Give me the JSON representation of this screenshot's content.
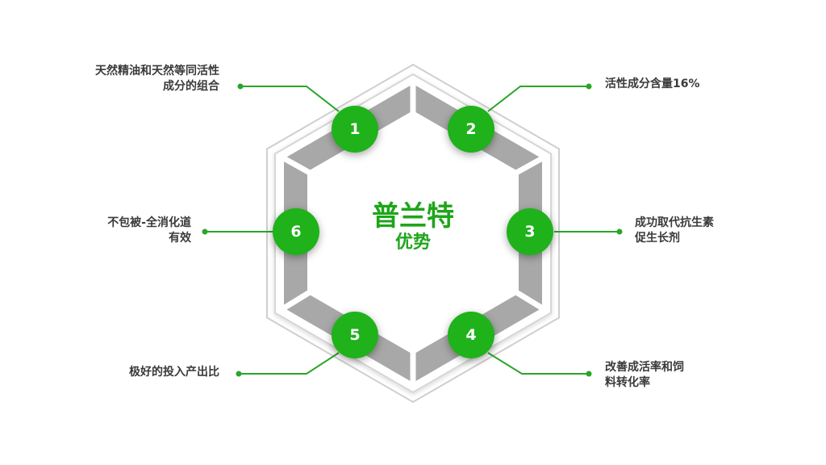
{
  "center": {
    "title": "普兰特",
    "subtitle": "优势"
  },
  "colors": {
    "accent": "#1fb21b",
    "band": "#a6a6a6",
    "outline": "#cccccc"
  },
  "items": [
    {
      "number": "1",
      "lines": [
        "天然精油和天然等同活性",
        "成分的组合"
      ]
    },
    {
      "number": "2",
      "lines": [
        "活性成分含量16%"
      ]
    },
    {
      "number": "3",
      "lines": [
        "成功取代抗生素",
        "促生长剂"
      ]
    },
    {
      "number": "4",
      "lines": [
        "改善成活率和饲",
        "料转化率"
      ]
    },
    {
      "number": "5",
      "lines": [
        "极好的投入产出比"
      ]
    },
    {
      "number": "6",
      "lines": [
        "不包被-全消化道",
        "有效"
      ]
    }
  ]
}
